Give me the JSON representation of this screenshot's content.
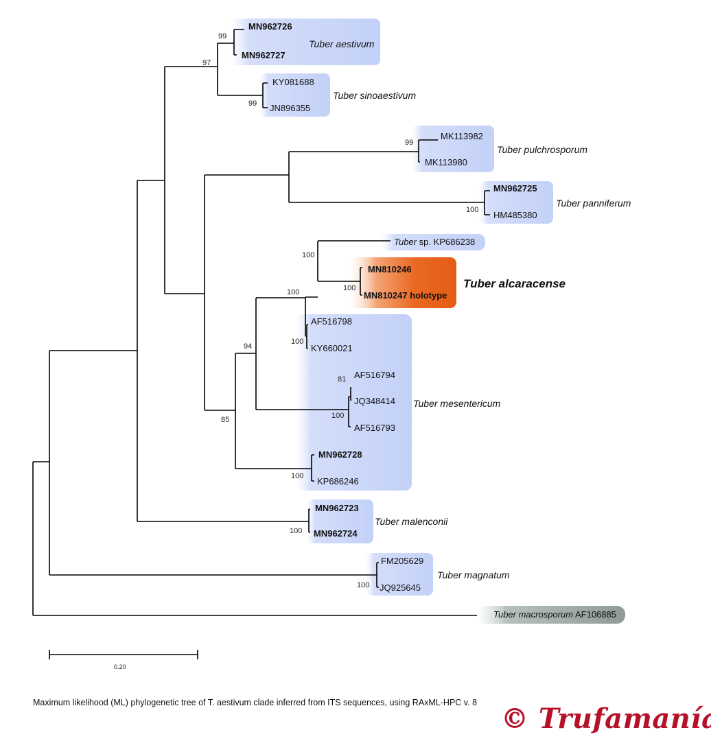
{
  "tips": [
    {
      "id": "MN962726",
      "text": "MN962726",
      "bold": true
    },
    {
      "id": "MN962727",
      "text": "MN962727",
      "bold": true
    },
    {
      "id": "KY081688",
      "text": "KY081688",
      "bold": false
    },
    {
      "id": "JN896355",
      "text": "JN896355",
      "bold": false
    },
    {
      "id": "MK113982",
      "text": "MK113982",
      "bold": false
    },
    {
      "id": "MK113980",
      "text": "MK113980",
      "bold": false
    },
    {
      "id": "MN962725",
      "text": "MN962725",
      "bold": true
    },
    {
      "id": "HM485380",
      "text": "HM485380",
      "bold": false
    },
    {
      "id": "KP686238",
      "text": "Tuber sp. KP686238",
      "italic_prefix": "Tuber",
      "rest": " sp. KP686238",
      "bold": false
    },
    {
      "id": "MN810246",
      "text": "MN810246",
      "bold": true
    },
    {
      "id": "MN810247",
      "text": "MN810247 holotype",
      "bold": true
    },
    {
      "id": "AF516798",
      "text": "AF516798",
      "bold": false
    },
    {
      "id": "KY660021",
      "text": "KY660021",
      "bold": false
    },
    {
      "id": "AF516794",
      "text": "AF516794",
      "bold": false
    },
    {
      "id": "JQ348414",
      "text": "JQ348414",
      "bold": false
    },
    {
      "id": "AF516793",
      "text": "AF516793",
      "bold": false
    },
    {
      "id": "MN962728",
      "text": "MN962728",
      "bold": true
    },
    {
      "id": "KP686246",
      "text": "KP686246",
      "bold": false
    },
    {
      "id": "MN962723",
      "text": "MN962723",
      "bold": true
    },
    {
      "id": "MN962724",
      "text": "MN962724",
      "bold": true
    },
    {
      "id": "FM205629",
      "text": "FM205629",
      "bold": false
    },
    {
      "id": "JQ925645",
      "text": "JQ925645",
      "bold": false
    },
    {
      "id": "AF106885",
      "text": "Tuber macrosporum AF106885",
      "italic_prefix": "Tuber macrosporum",
      "rest": " AF106885",
      "bold": false
    }
  ],
  "species_labels": [
    {
      "id": "aestivum",
      "text": "Tuber aestivum"
    },
    {
      "id": "sinoaestivum",
      "text": "Tuber sinoaestivum"
    },
    {
      "id": "pulchrosporum",
      "text": "Tuber pulchrosporum"
    },
    {
      "id": "panniferum",
      "text": "Tuber panniferum"
    },
    {
      "id": "alcaracense",
      "text": "Tuber alcaracense"
    },
    {
      "id": "mesentericum",
      "text": "Tuber mesentericum"
    },
    {
      "id": "malenconii",
      "text": "Tuber malenconii"
    },
    {
      "id": "magnatum",
      "text": "Tuber magnatum"
    }
  ],
  "support_values": [
    "99",
    "97",
    "99",
    "99",
    "100",
    "100",
    "100",
    "100",
    "100",
    "94",
    "81",
    "100",
    "85",
    "100",
    "100",
    "100"
  ],
  "scale_bar": {
    "label": "0.20"
  },
  "caption": "Maximum likelihood (ML) phylogenetic tree of T. aestivum clade inferred from ITS sequences, using RAxML-HPC v. 8",
  "watermark": "© Trufamanía",
  "colors": {
    "clade_box": "#c5d3f8",
    "highlight_box": "#e8601a",
    "outgroup_box": "#8e9a98",
    "watermark": "#b5122a"
  }
}
